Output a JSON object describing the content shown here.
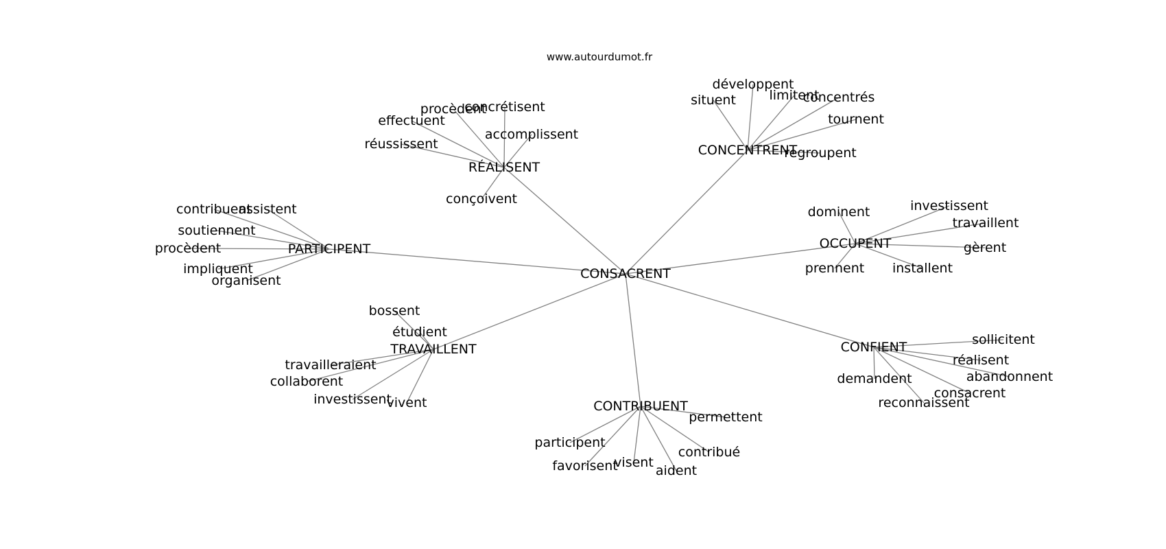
{
  "source": "www.autourdumot.fr",
  "root": "CONSACRENT",
  "groups": [
    {
      "hub": "RÉALISENT",
      "leaves": [
        "procèdent",
        "concrétisent",
        "effectuent",
        "accomplissent",
        "réussissent",
        "conçoivent"
      ]
    },
    {
      "hub": "CONCENTRENT",
      "leaves": [
        "développent",
        "situent",
        "limitent",
        "concentrés",
        "tournent",
        "regroupent"
      ]
    },
    {
      "hub": "PARTICIPENT",
      "leaves": [
        "contribuent",
        "assistent",
        "soutiennent",
        "procèdent",
        "impliquent",
        "organisent"
      ]
    },
    {
      "hub": "OCCUPENT",
      "leaves": [
        "dominent",
        "investissent",
        "travaillent",
        "gèrent",
        "prennent",
        "installent"
      ]
    },
    {
      "hub": "TRAVAILLENT",
      "leaves": [
        "bossent",
        "étudient",
        "travailleraient",
        "collaborent",
        "investissent",
        "vivent"
      ]
    },
    {
      "hub": "CONFIENT",
      "leaves": [
        "sollicitent",
        "réalisent",
        "abandonnent",
        "demandent",
        "consacrent",
        "reconnaissent"
      ]
    },
    {
      "hub": "CONTRIBUENT",
      "leaves": [
        "permettent",
        "participent",
        "favorisent",
        "visent",
        "contribué",
        "aident"
      ]
    }
  ]
}
